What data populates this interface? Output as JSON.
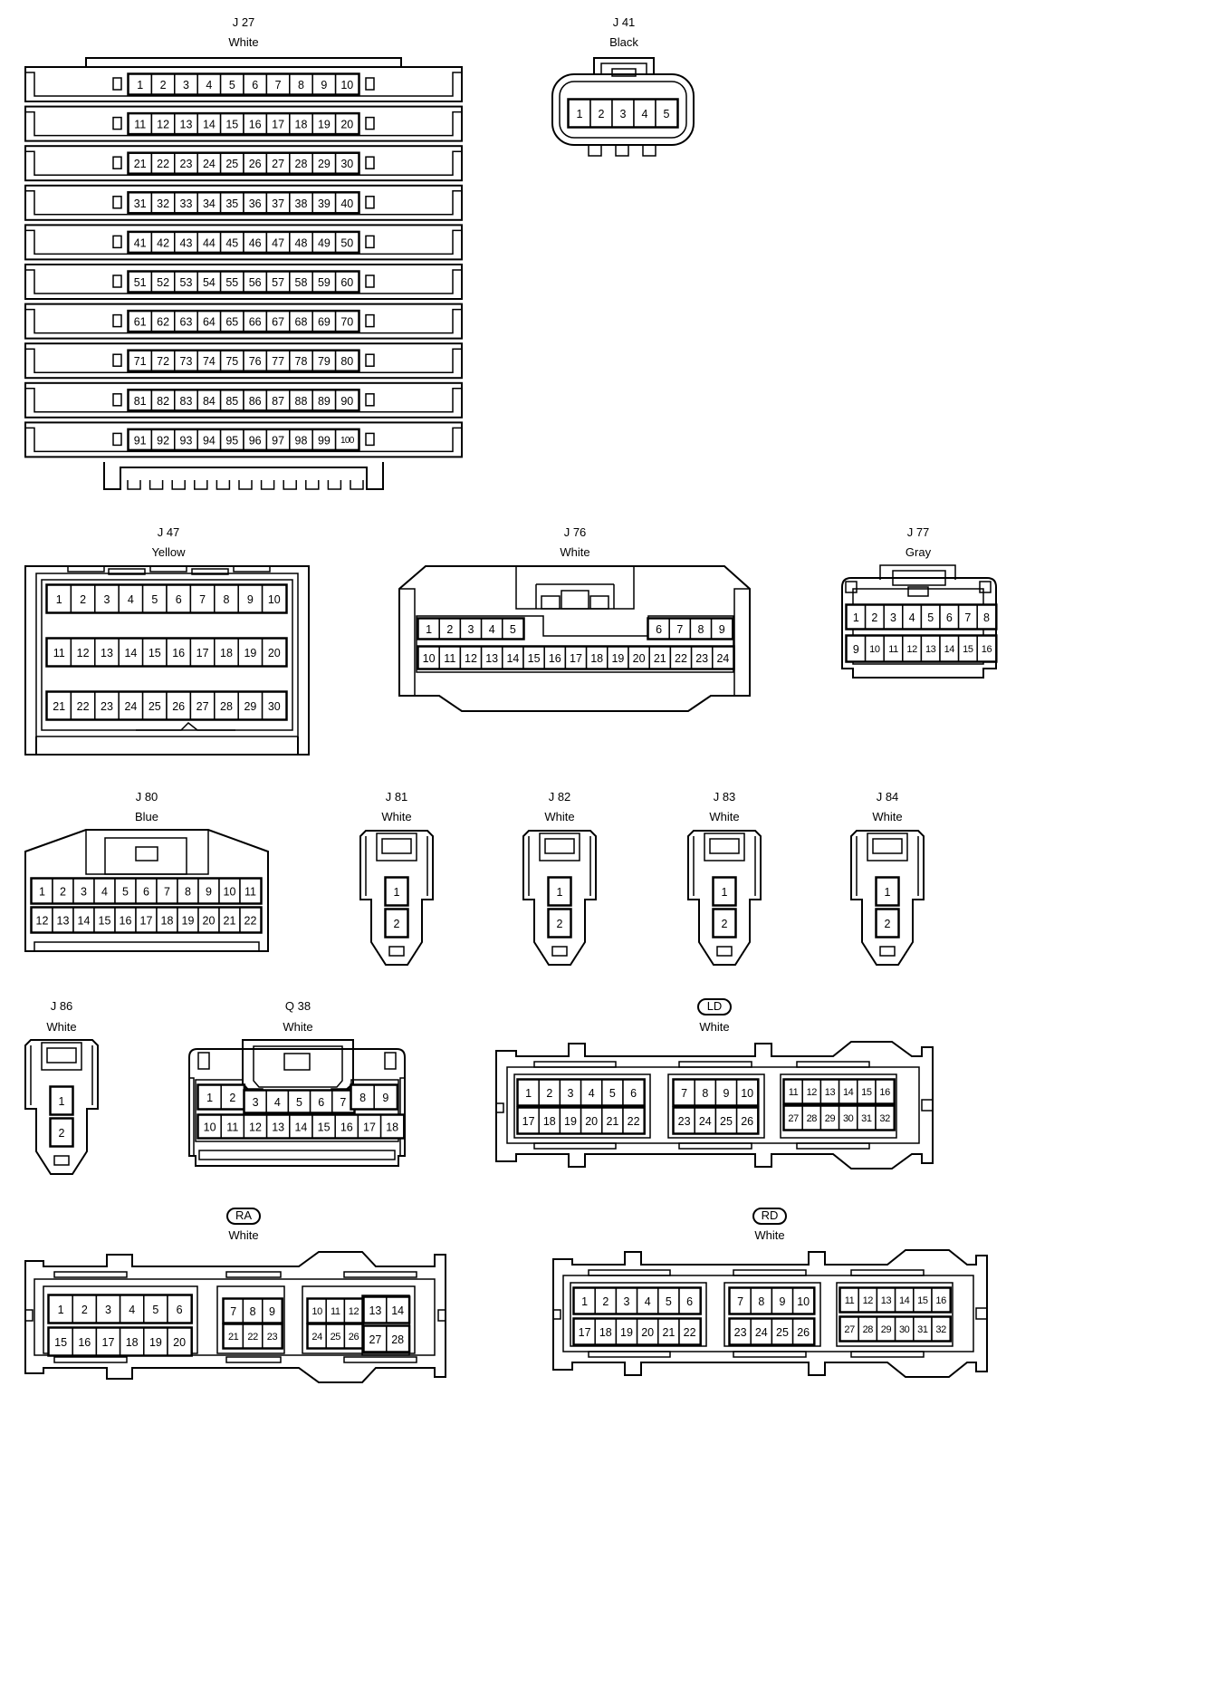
{
  "connectors": [
    {
      "id": "J27",
      "name": "J 27",
      "color": "White",
      "badge": false,
      "pins": 100
    },
    {
      "id": "J41",
      "name": "J 41",
      "color": "Black",
      "badge": false,
      "pins": 5
    },
    {
      "id": "J47",
      "name": "J 47",
      "color": "Yellow",
      "badge": false,
      "pins": 30
    },
    {
      "id": "J76",
      "name": "J 76",
      "color": "White",
      "badge": false,
      "pins": 24
    },
    {
      "id": "J77",
      "name": "J 77",
      "color": "Gray",
      "badge": false,
      "pins": 16
    },
    {
      "id": "J80",
      "name": "J 80",
      "color": "Blue",
      "badge": false,
      "pins": 22
    },
    {
      "id": "J81",
      "name": "J 81",
      "color": "White",
      "badge": false,
      "pins": 2
    },
    {
      "id": "J82",
      "name": "J 82",
      "color": "White",
      "badge": false,
      "pins": 2
    },
    {
      "id": "J83",
      "name": "J 83",
      "color": "White",
      "badge": false,
      "pins": 2
    },
    {
      "id": "J84",
      "name": "J 84",
      "color": "White",
      "badge": false,
      "pins": 2
    },
    {
      "id": "J86",
      "name": "J 86",
      "color": "White",
      "badge": false,
      "pins": 2
    },
    {
      "id": "Q38",
      "name": "Q 38",
      "color": "White",
      "badge": false,
      "pins": 18
    },
    {
      "id": "LD",
      "name": "LD",
      "color": "White",
      "badge": true,
      "pins": 32
    },
    {
      "id": "RA",
      "name": "RA",
      "color": "White",
      "badge": true,
      "pins": 28
    },
    {
      "id": "RD",
      "name": "RD",
      "color": "White",
      "badge": true,
      "pins": 32
    }
  ]
}
